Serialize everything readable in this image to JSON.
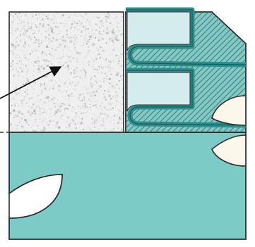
{
  "diagram": {
    "colors": {
      "teal_fill": "#7ccbc7",
      "teal_light": "#d5ecec",
      "teal_stroke": "#2a8f8d",
      "outline": "#2c2c2c",
      "hatch": "#555555",
      "speckle_bg": "#eeefee",
      "speckle_dots": [
        "#c9cbc9",
        "#d9dad9",
        "#b6b8b6",
        "#e3e3e3",
        "#cfd0cf"
      ],
      "roller_fill": "#fbf7ea",
      "arrow": "#111111",
      "dashed_line": "#333333"
    },
    "parts": [
      "speckled-block",
      "teal-base-body",
      "hatched-fold-region",
      "upper-fold-flap",
      "lower-fold-flap",
      "left-half-round-cutout",
      "right-upper-roller",
      "right-lower-roller",
      "dashed-seam-line",
      "pointer-arrow"
    ]
  }
}
